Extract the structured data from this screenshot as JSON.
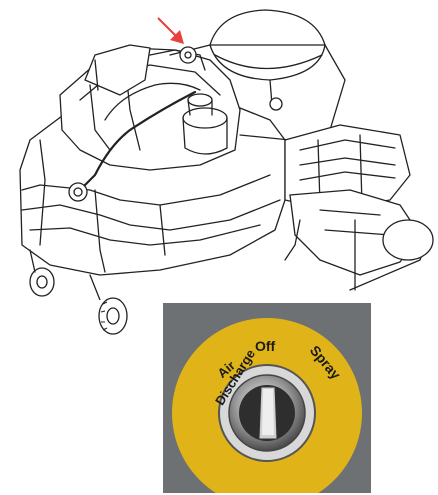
{
  "diagram": {
    "name": "machine-line-drawing",
    "arrow_color": "#e8403a"
  },
  "photo": {
    "switch_labels": {
      "discharge": "Discharge",
      "air": "Air",
      "off": "Off",
      "spray": "Spray"
    },
    "plate_color": "#e0b418",
    "background_color": "#6d7174"
  }
}
